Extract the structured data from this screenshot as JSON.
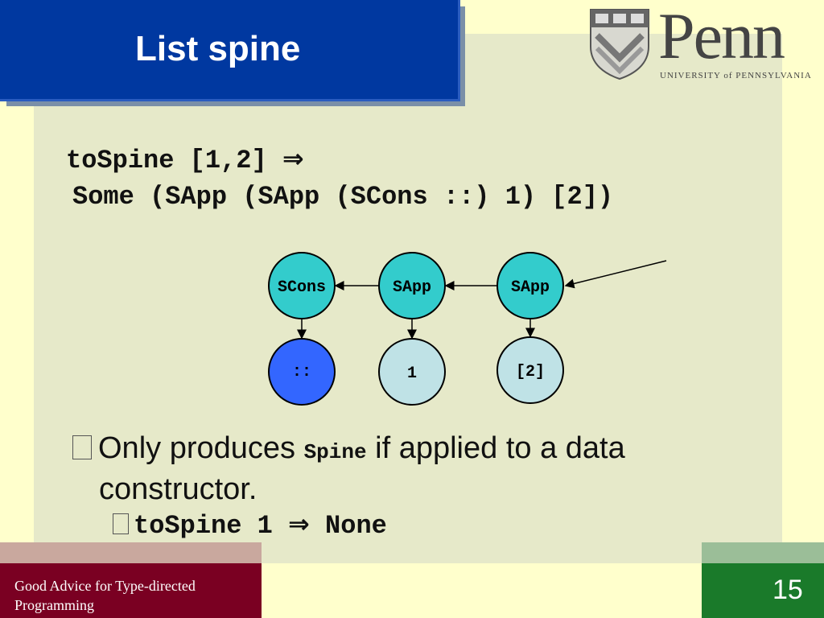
{
  "slide": {
    "title": "List spine",
    "line1_code": "toSpine [1,2] ",
    "line1_arrow": "⇒",
    "line2_code": "Some (SApp (SApp (SCons ::) 1) [2])",
    "bullet1_pre": "Only produces ",
    "bullet1_code": "Spine",
    "bullet1_post": " if applied to a data",
    "bullet1_cont": "constructor.",
    "bullet2_code_a": "toSpine 1 ",
    "bullet2_arrow": "⇒",
    "bullet2_code_b": " None",
    "footer_line1": "Good Advice for Type-directed",
    "footer_line2": "Programming",
    "page_number": "15"
  },
  "logo": {
    "word": "Penn",
    "subtitle": "UNIVERSITY of PENNSYLVANIA"
  },
  "diagram": {
    "nodes": [
      {
        "id": "scons",
        "label": "SCons",
        "fill": "#33cccc"
      },
      {
        "id": "sapp1",
        "label": "SApp",
        "fill": "#33cccc"
      },
      {
        "id": "sapp2",
        "label": "SApp",
        "fill": "#33cccc"
      },
      {
        "id": "cons",
        "label": "::",
        "fill": "#3366ff"
      },
      {
        "id": "one",
        "label": "1",
        "fill": "#bfe2e6"
      },
      {
        "id": "two",
        "label": "[2]",
        "fill": "#bfe2e6"
      }
    ]
  },
  "colors": {
    "background": "#ffffcc",
    "panel": "#e6e9c9",
    "title_bar": "#0038a0",
    "footer_left": "#7a0022",
    "footer_right": "#1a7a2a"
  }
}
